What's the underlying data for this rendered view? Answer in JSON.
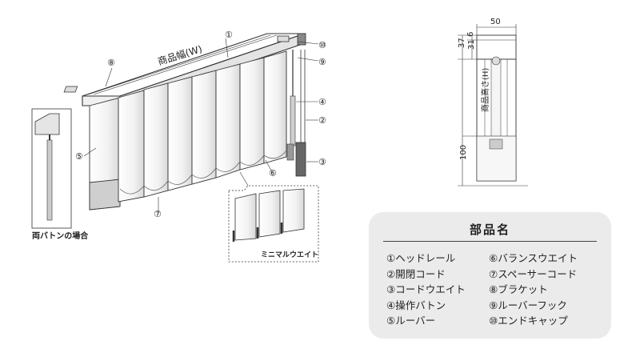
{
  "labels": {
    "width_label": "商品幅(W)",
    "height_label": "商品高さ(H)",
    "dual_baton_caption": "両バトンの場合",
    "mini_weight_caption": "ミニマルウエイト"
  },
  "callouts": [
    "①",
    "②",
    "③",
    "④",
    "⑤",
    "⑥",
    "⑦",
    "⑧",
    "⑨",
    "⑩"
  ],
  "dimensions": {
    "top_width": "50",
    "dim_6": "6",
    "dim_37": "37",
    "dim_31": "31",
    "dim_100": "100"
  },
  "parts_list": {
    "title": "部品名",
    "left": [
      "①ヘッドレール",
      "②開閉コード",
      "③コードウエイト",
      "④操作バトン",
      "⑤ルーバー"
    ],
    "right": [
      "⑥バランスウエイト",
      "⑦スペーサーコード",
      "⑧ブラケット",
      "⑨ルーバーフック",
      "⑩エンドキャップ"
    ]
  }
}
